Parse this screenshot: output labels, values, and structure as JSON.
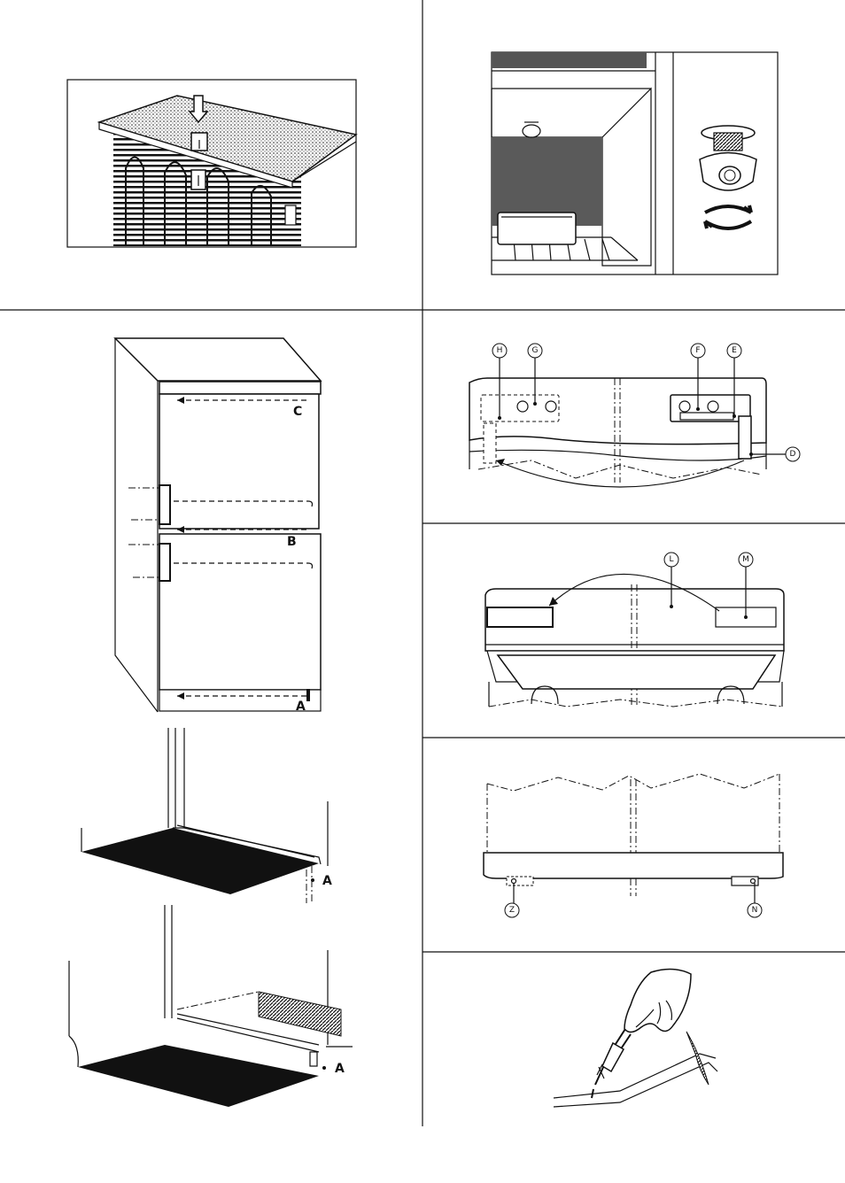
{
  "panels": {
    "door_labels": {
      "a": "A",
      "b": "B",
      "c": "C"
    },
    "floor_labels": {
      "a1": "A",
      "a2": "A"
    },
    "hinge_labels": {
      "d": "D",
      "e": "E",
      "f": "F",
      "g": "G",
      "h": "H"
    },
    "cover_labels": {
      "l": "L",
      "m": "M"
    },
    "bottom_labels": {
      "z": "Z",
      "n": "N"
    }
  }
}
